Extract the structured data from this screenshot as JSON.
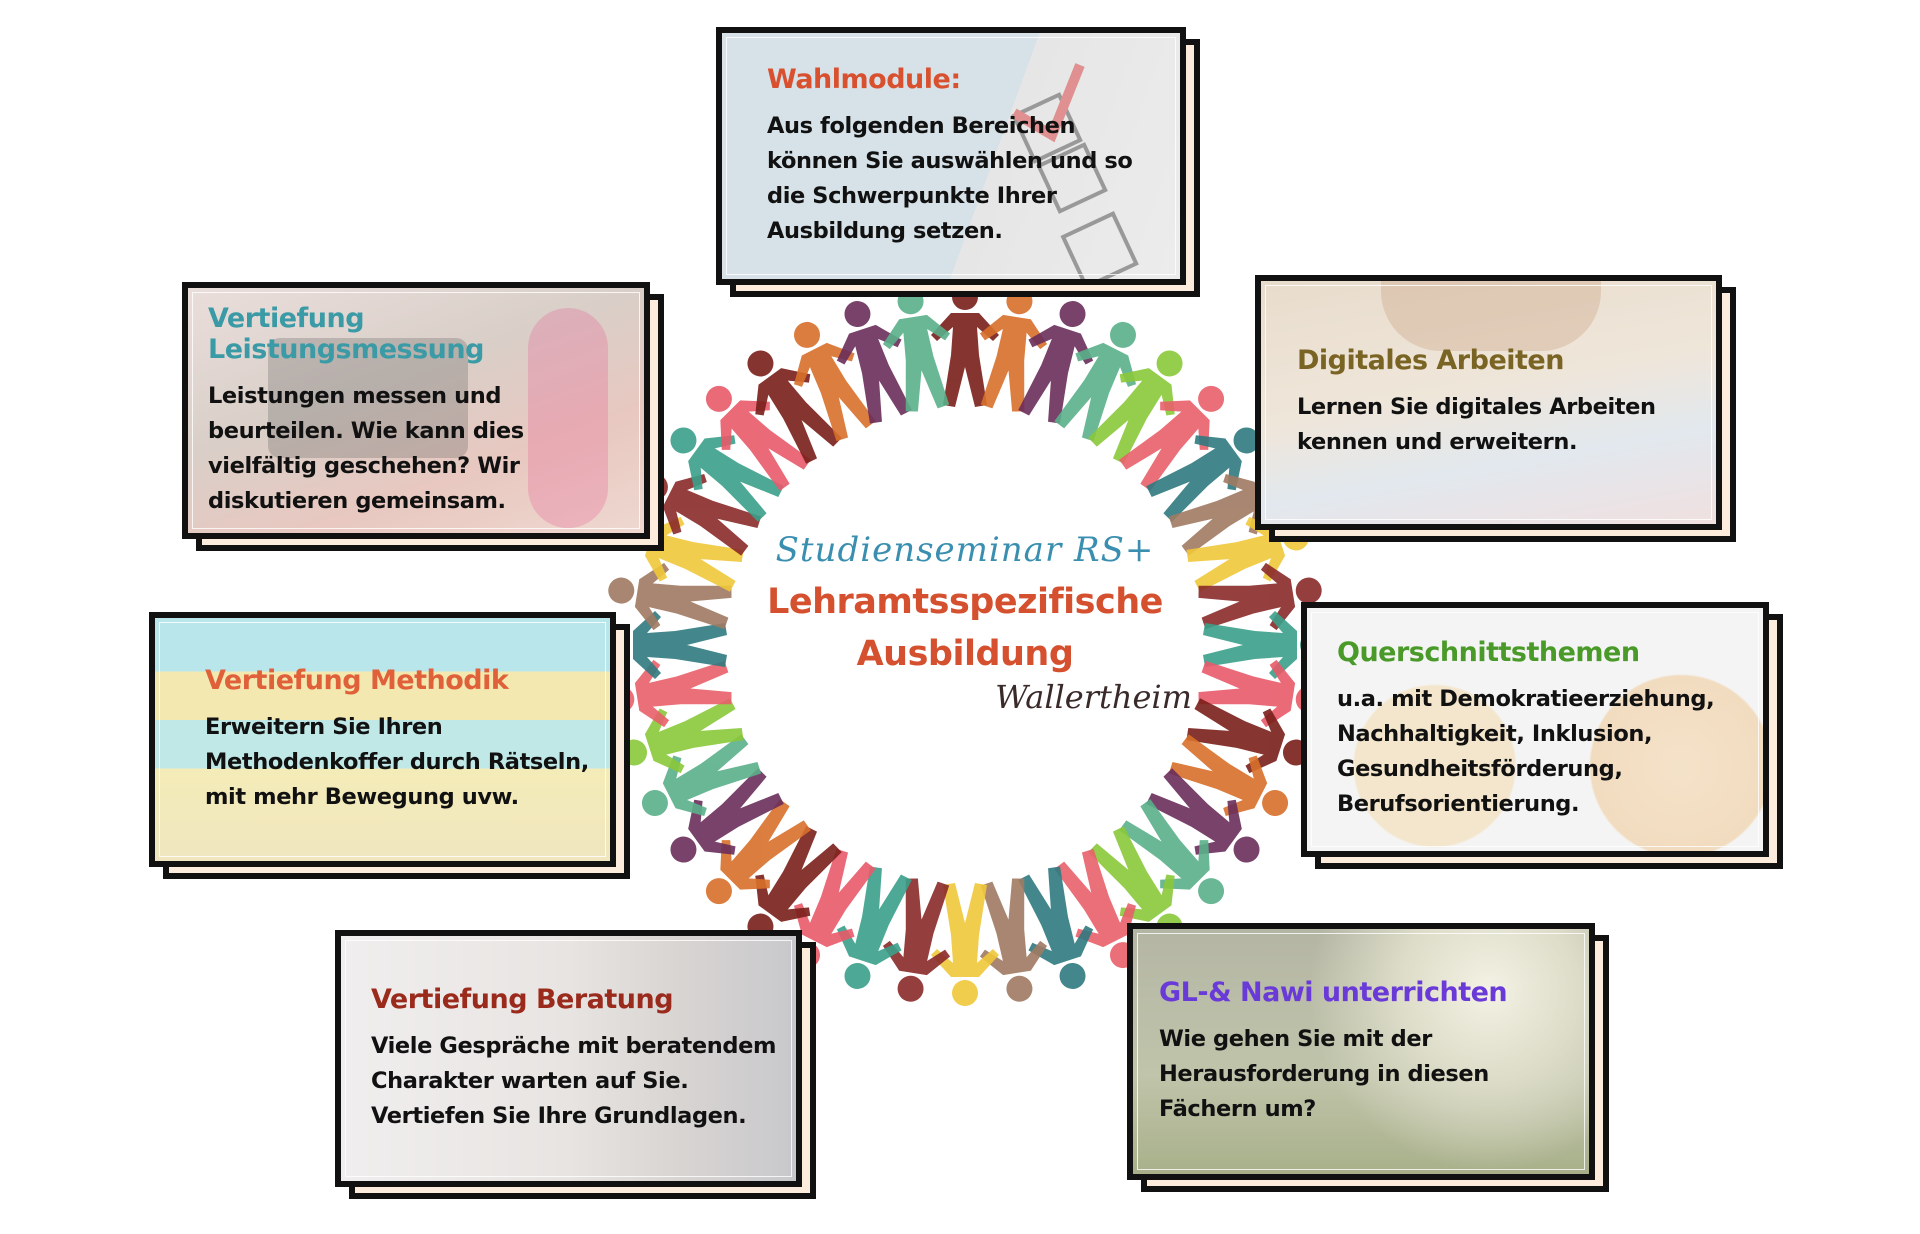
{
  "center": {
    "seminar": "Studienseminar RS+",
    "title_line1": "Lehramtsspezifische",
    "title_line2": "Ausbildung",
    "location": "Wallertheim"
  },
  "cards": [
    {
      "id": "wahlmodule",
      "title": "Wahlmodule:",
      "text": "Aus folgenden Bereichen können Sie auswählen und so die Schwerpunkte Ihrer Ausbildung setzen.",
      "color": "#d9502f"
    },
    {
      "id": "leistungsmessung",
      "title": "Vertiefung Leistungsmessung",
      "text": "Leistungen messen und beurteilen. Wie kann dies vielfältig geschehen? Wir diskutieren gemeinsam.",
      "color": "#3a9aa6"
    },
    {
      "id": "digitales",
      "title": "Digitales Arbeiten",
      "text": "Lernen Sie digitales Arbeiten kennen und erweitern.",
      "color": "#7a6424"
    },
    {
      "id": "methodik",
      "title": "Vertiefung Methodik",
      "text": "Erweitern Sie Ihren Methodenkoffer durch Rätseln, mit mehr Bewegung uvw.",
      "color": "#e0603a"
    },
    {
      "id": "querschnitt",
      "title": "Querschnittsthemen",
      "text": "u.a. mit Demokratieerziehung, Nachhaltigkeit, Inklusion, Gesundheitsförderung, Berufsorientierung.",
      "color": "#4a9a2a"
    },
    {
      "id": "beratung",
      "title": "Vertiefung Beratung",
      "text": "Viele Gespräche mit beratendem Charakter warten auf Sie. Vertiefen Sie Ihre Grundlagen.",
      "color": "#9a2a1c"
    },
    {
      "id": "gl-nawi",
      "title": "GL-& Nawi unterrichten",
      "text": "Wie gehen Sie mit der Herausforderung in diesen Fächern um?",
      "color": "#6a3ad8"
    }
  ],
  "ring_colors": [
    "#7a1f1a",
    "#d8702a",
    "#6a2e5a",
    "#5ab08a",
    "#8ac83a",
    "#e8606a",
    "#2f7a80",
    "#a07a62",
    "#f0c83a",
    "#8a2a2a",
    "#3aa08a",
    "#e85a6a"
  ]
}
